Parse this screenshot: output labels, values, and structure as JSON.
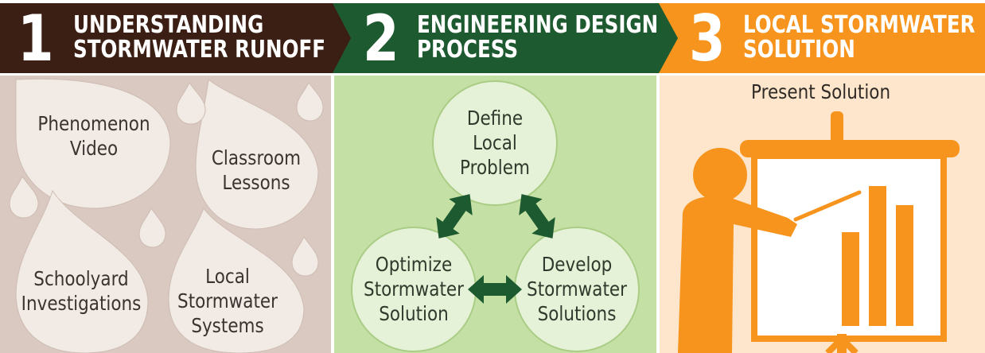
{
  "steps": [
    {
      "number": "1",
      "title_lines": [
        "UNDERSTANDING",
        "STORMWATER RUNOFF"
      ],
      "color": "#3b1f14",
      "panel_color": "#d9c9c1",
      "items": [
        {
          "lines": [
            "Phenomenon",
            "Video"
          ]
        },
        {
          "lines": [
            "Classroom",
            "Lessons"
          ]
        },
        {
          "lines": [
            "Schoolyard",
            "Investigations"
          ]
        },
        {
          "lines": [
            "Local",
            "Stormwater",
            "Systems"
          ]
        }
      ]
    },
    {
      "number": "2",
      "title_lines": [
        "ENGINEERING DESIGN",
        "PROCESS"
      ],
      "color": "#1e5a30",
      "panel_color": "#c5e0a5",
      "cycle": [
        {
          "lines": [
            "Define",
            "Local",
            "Problem"
          ]
        },
        {
          "lines": [
            "Develop",
            "Stormwater",
            "Solutions"
          ]
        },
        {
          "lines": [
            "Optimize",
            "Stormwater",
            "Solution"
          ]
        }
      ],
      "arrow_icons": [
        "double-arrow-icon",
        "double-arrow-icon",
        "double-arrow-icon"
      ]
    },
    {
      "number": "3",
      "title_lines": [
        "LOCAL STORMWATER",
        "SOLUTION"
      ],
      "color": "#f7941d",
      "panel_color": "#fde6cc",
      "panel_title": "Present Solution",
      "icon": "presenter-with-bar-chart-icon"
    }
  ]
}
